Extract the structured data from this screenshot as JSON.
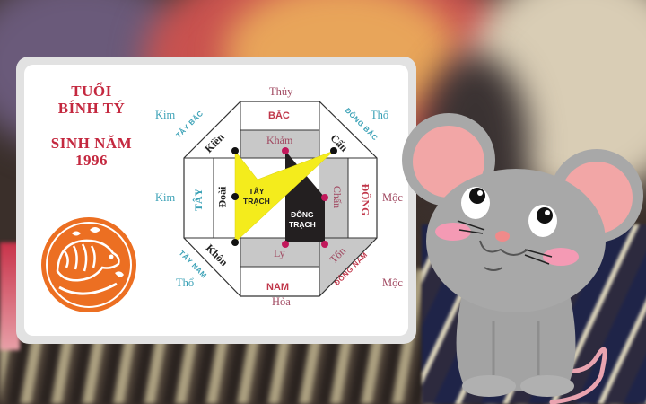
{
  "card": {
    "title_line1": "TUỔI",
    "title_line2": "BÍNH TÝ",
    "title_line3": "SINH NĂM",
    "title_line4": "1996",
    "badge_icon": "rat-papercut-icon"
  },
  "bagua": {
    "elements": {
      "top": "Thủy",
      "bottom": "Hỏa",
      "left": "Kim",
      "top_left": "Kim",
      "top_right": "Thổ",
      "bottom_left": "Thổ",
      "right": "Mộc",
      "bottom_right": "Mộc"
    },
    "directions": {
      "north": "BẮC",
      "south": "NAM",
      "west": "TÂY",
      "east": "ĐÔNG",
      "northwest": "TÂY BẮC",
      "northeast": "ĐÔNG BẮC",
      "southwest": "TÂY NAM",
      "southeast": "ĐÔNG NAM"
    },
    "trigrams": {
      "kham": "Khảm",
      "ly": "Ly",
      "doai": "Đoài",
      "chan": "Chấn",
      "kien": "Kiền",
      "can": "Cấn",
      "khon": "Khôn",
      "ton": "Tốn"
    },
    "groups": {
      "west_group_line1": "TÂY",
      "west_group_line2": "TRẠCH",
      "east_group_line1": "ĐÔNG",
      "east_group_line2": "TRẠCH"
    },
    "colors": {
      "west_group": "#f4ec1c",
      "east_group": "#231f20",
      "band_grey": "#c8c8c8",
      "title_red": "#c4283f",
      "teal": "#3aa1b6"
    }
  },
  "mascot": {
    "icon": "cartoon-mouse-icon"
  }
}
